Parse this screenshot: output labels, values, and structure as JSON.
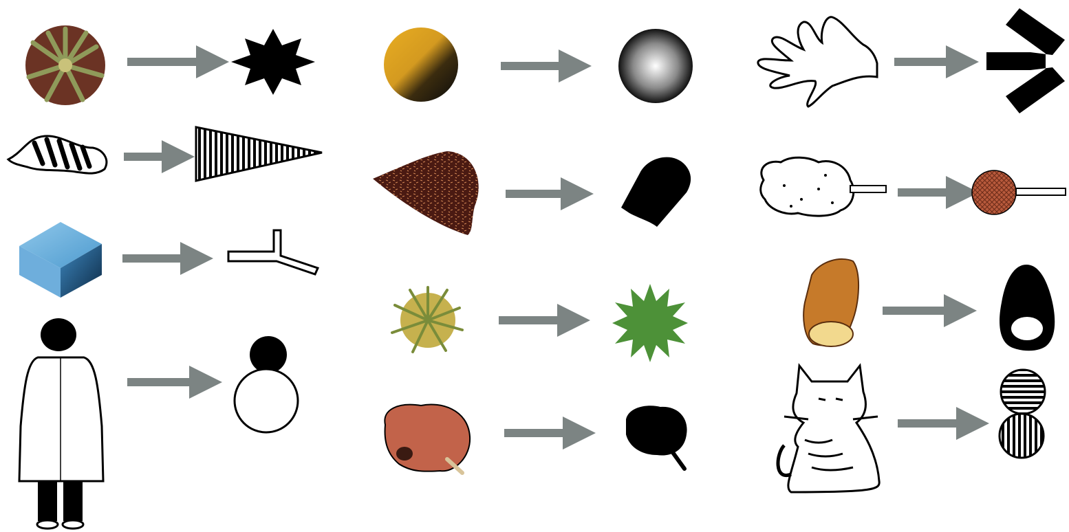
{
  "colors": {
    "arrow": "#7c8483",
    "background": "#ffffff",
    "ink": "#000000",
    "leaf_green": "#8f9a5a",
    "pod_dark": "#6b3324",
    "ball_yellow": "#e8ad22",
    "block_blue": "#5fa5d3",
    "bell_brown": "#4a1a12",
    "apple_red": "#c2634a",
    "star_green": "#4d9138",
    "candy_red": "#b85a3c",
    "potato_orange": "#c67a2a",
    "potato_flesh": "#f2d98e"
  },
  "pairs": [
    {
      "id": "chestnut-burr",
      "object": "chestnut-burr-icon",
      "symbol": "eight-point-star-icon"
    },
    {
      "id": "striped-cloth",
      "object": "striped-cloth-icon",
      "symbol": "striped-triangle-icon"
    },
    {
      "id": "blue-block",
      "object": "blue-block-icon",
      "symbol": "t-shape-icon"
    },
    {
      "id": "person",
      "object": "person-in-coat-icon",
      "symbol": "head-body-circles-icon"
    },
    {
      "id": "ball",
      "object": "yellow-ball-icon",
      "symbol": "shaded-sphere-icon"
    },
    {
      "id": "bell",
      "object": "brown-bell-icon",
      "symbol": "black-rounded-shape-icon"
    },
    {
      "id": "burdock",
      "object": "spiky-green-ball-icon",
      "symbol": "green-star-icon"
    },
    {
      "id": "apple",
      "object": "red-apple-icon",
      "symbol": "black-apple-icon"
    },
    {
      "id": "hand",
      "object": "hand-outline-icon",
      "symbol": "black-hand-shape-icon"
    },
    {
      "id": "cotton-candy",
      "object": "cotton-candy-icon",
      "symbol": "textured-lollipop-icon"
    },
    {
      "id": "sweet-potato",
      "object": "sweet-potato-icon",
      "symbol": "black-oval-ring-icon"
    },
    {
      "id": "cat",
      "object": "striped-cat-icon",
      "symbol": "striped-circles-icon"
    }
  ]
}
